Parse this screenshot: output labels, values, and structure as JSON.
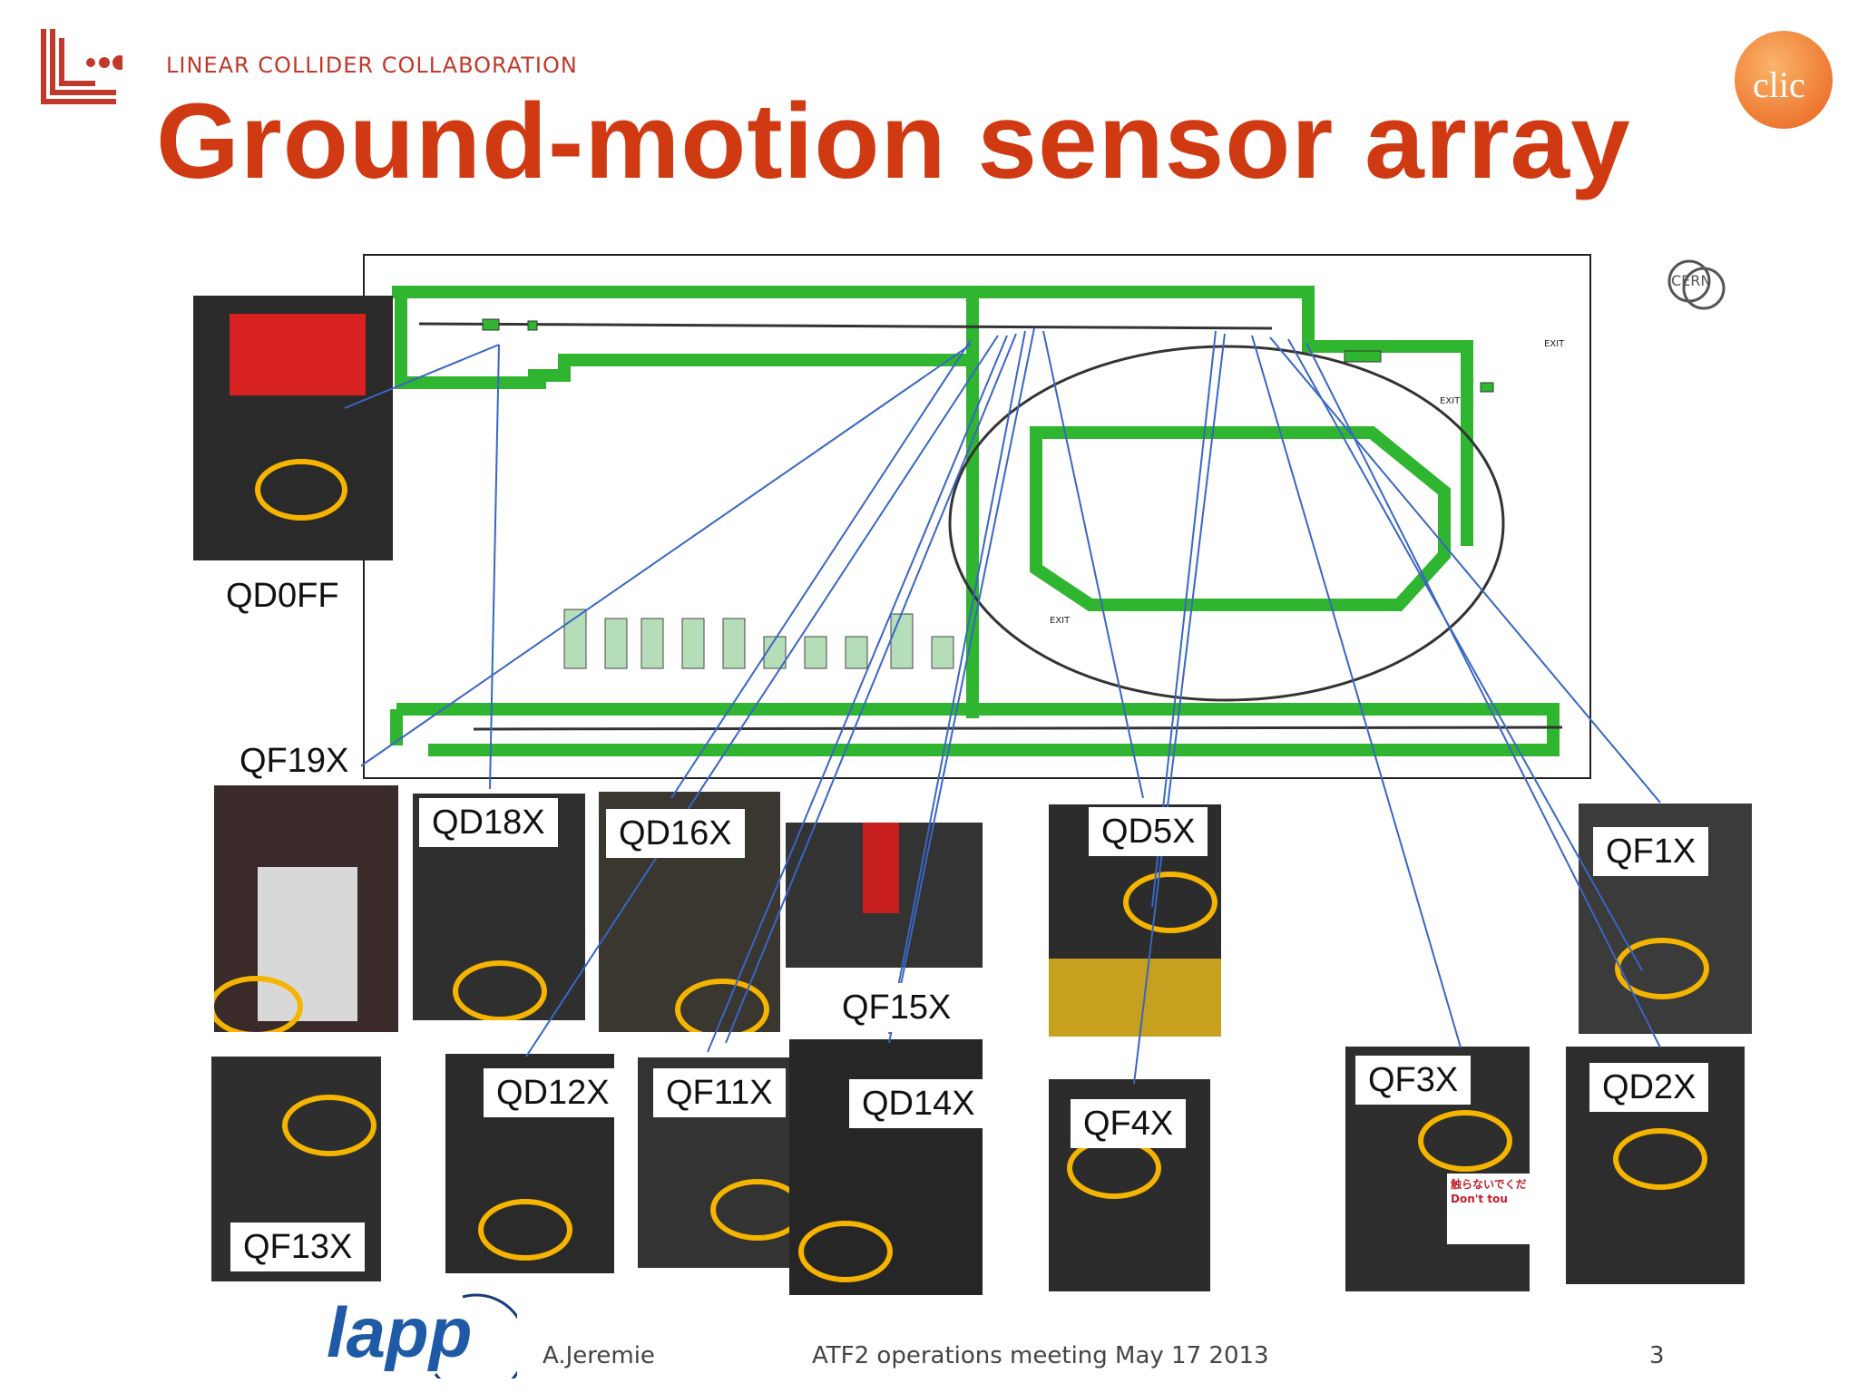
{
  "header": {
    "org_name": "LINEAR COLLIDER COLLABORATION",
    "title": "Ground-motion sensor array",
    "clic_logo_text": "clic",
    "cern_logo_text": "CERN"
  },
  "map": {
    "exit_labels": [
      "EXIT",
      "EXIT",
      "EXIT"
    ]
  },
  "sensors": [
    {
      "id": "QD0FF"
    },
    {
      "id": "QF19X"
    },
    {
      "id": "QD18X"
    },
    {
      "id": "QD16X"
    },
    {
      "id": "QF15X"
    },
    {
      "id": "QD5X"
    },
    {
      "id": "QF1X"
    },
    {
      "id": "QF13X"
    },
    {
      "id": "QD12X"
    },
    {
      "id": "QF11X"
    },
    {
      "id": "QD14X"
    },
    {
      "id": "QF4X"
    },
    {
      "id": "QF3X"
    },
    {
      "id": "QD2X"
    }
  ],
  "warning_sign": {
    "line1": "触らないでくだ",
    "line2": "Don't tou"
  },
  "footer": {
    "logo": "lapp",
    "author": "A.Jeremie",
    "event": "ATF2 operations meeting May 17 2013",
    "page": "3"
  },
  "colors": {
    "title": "#d03a13",
    "ring": "#f5b400",
    "map_green": "#2fb52f",
    "line_blue": "#3a66c4"
  }
}
